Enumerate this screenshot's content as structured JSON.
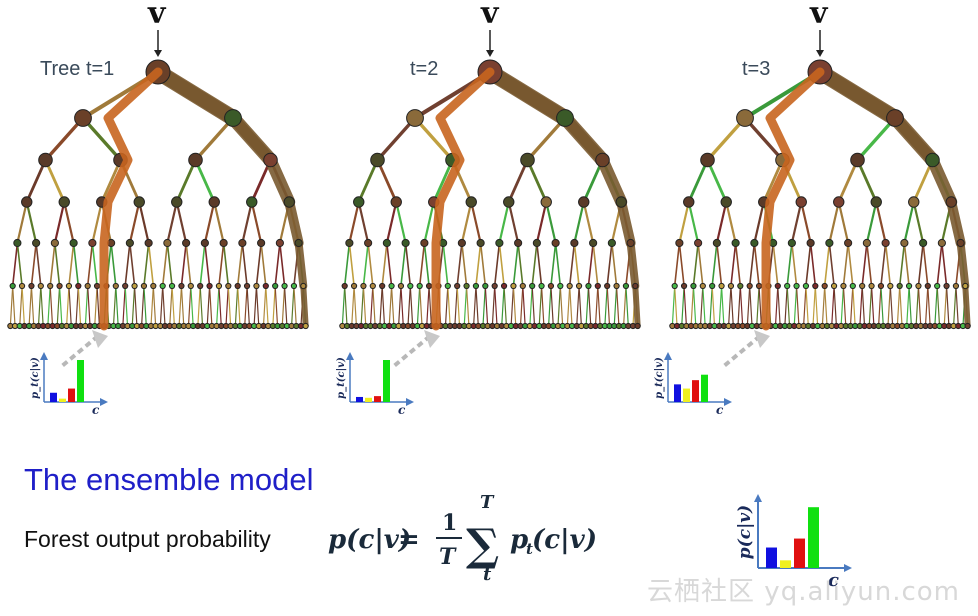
{
  "root_label": "v",
  "trees": [
    {
      "caption": "Tree t=1",
      "distribution": [
        0.22,
        0.08,
        0.32,
        1.0
      ]
    },
    {
      "caption": "t=2",
      "distribution": [
        0.12,
        0.1,
        0.14,
        1.0
      ]
    },
    {
      "caption": "t=3",
      "distribution": [
        0.42,
        0.32,
        0.52,
        0.65
      ]
    }
  ],
  "hist_axis": {
    "ylabel": "p_t(c|v)",
    "xlabel": "c"
  },
  "ensemble": {
    "heading": "The ensemble model",
    "formula_label": "Forest output probability",
    "formula_lhs": "p(c|v)",
    "formula_frac_num": "1",
    "formula_frac_den": "T",
    "formula_sum_top": "T",
    "formula_sum_bottom": "t",
    "formula_term": "p",
    "formula_term_sub": "t",
    "formula_term_rest": "(c|v)",
    "hist_ylabel": "p(c|v)",
    "hist_xlabel": "c",
    "distribution": [
      0.32,
      0.12,
      0.46,
      0.95
    ]
  },
  "class_colors": [
    "#1010e0",
    "#f0f020",
    "#e01010",
    "#10e010"
  ],
  "watermark": "云栖社区 yq.aliyun.com"
}
